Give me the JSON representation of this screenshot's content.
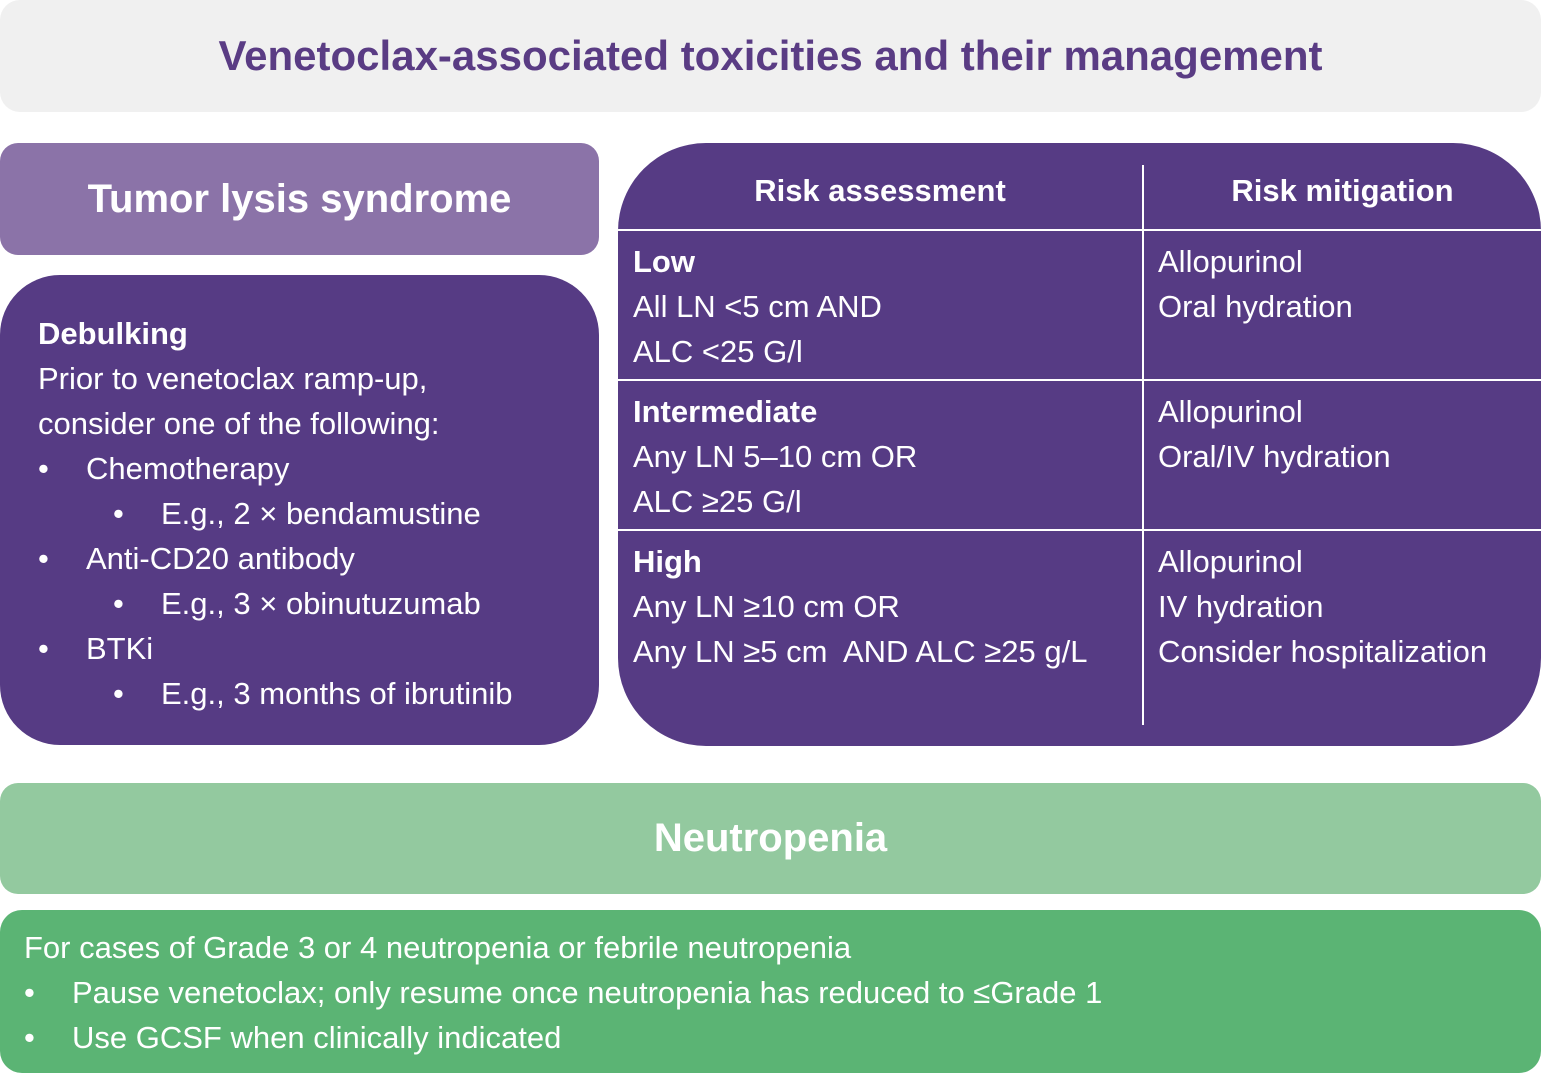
{
  "title": "Venetoclax-associated toxicities and their management",
  "tls": {
    "header": "Tumor lysis syndrome",
    "debulking": {
      "heading": "Debulking",
      "intro_line1": "Prior to venetoclax ramp-up,",
      "intro_line2": "consider one of the following:",
      "options": [
        {
          "label": "Chemotherapy",
          "example": "E.g., 2 × bendamustine"
        },
        {
          "label": "Anti-CD20 antibody",
          "example": "E.g., 3 × obinutuzumab"
        },
        {
          "label": "BTKi",
          "example": "E.g., 3 months of ibrutinib"
        }
      ]
    },
    "table": {
      "col_assessment": "Risk assessment",
      "col_mitigation": "Risk mitigation",
      "rows": [
        {
          "level": "Low",
          "criteria": [
            "All LN <5 cm AND",
            "ALC <25 G/l"
          ],
          "mitigation": [
            "Allopurinol",
            "Oral hydration"
          ]
        },
        {
          "level": "Intermediate",
          "criteria": [
            "Any LN 5–10 cm OR",
            "ALC ≥25 G/l"
          ],
          "mitigation": [
            "Allopurinol",
            "Oral/IV hydration"
          ]
        },
        {
          "level": "High",
          "criteria": [
            "Any LN ≥10 cm OR",
            "Any LN ≥5 cm  AND ALC ≥25 g/L"
          ],
          "mitigation": [
            "Allopurinol",
            "IV hydration",
            "Consider hospitalization"
          ]
        }
      ]
    }
  },
  "neutropenia": {
    "header": "Neutropenia",
    "intro": "For cases of Grade 3 or 4 neutropenia or febrile neutropenia",
    "bullets": [
      "Pause venetoclax; only resume once neutropenia has reduced to ≤Grade 1",
      "Use GCSF when clinically indicated"
    ]
  }
}
